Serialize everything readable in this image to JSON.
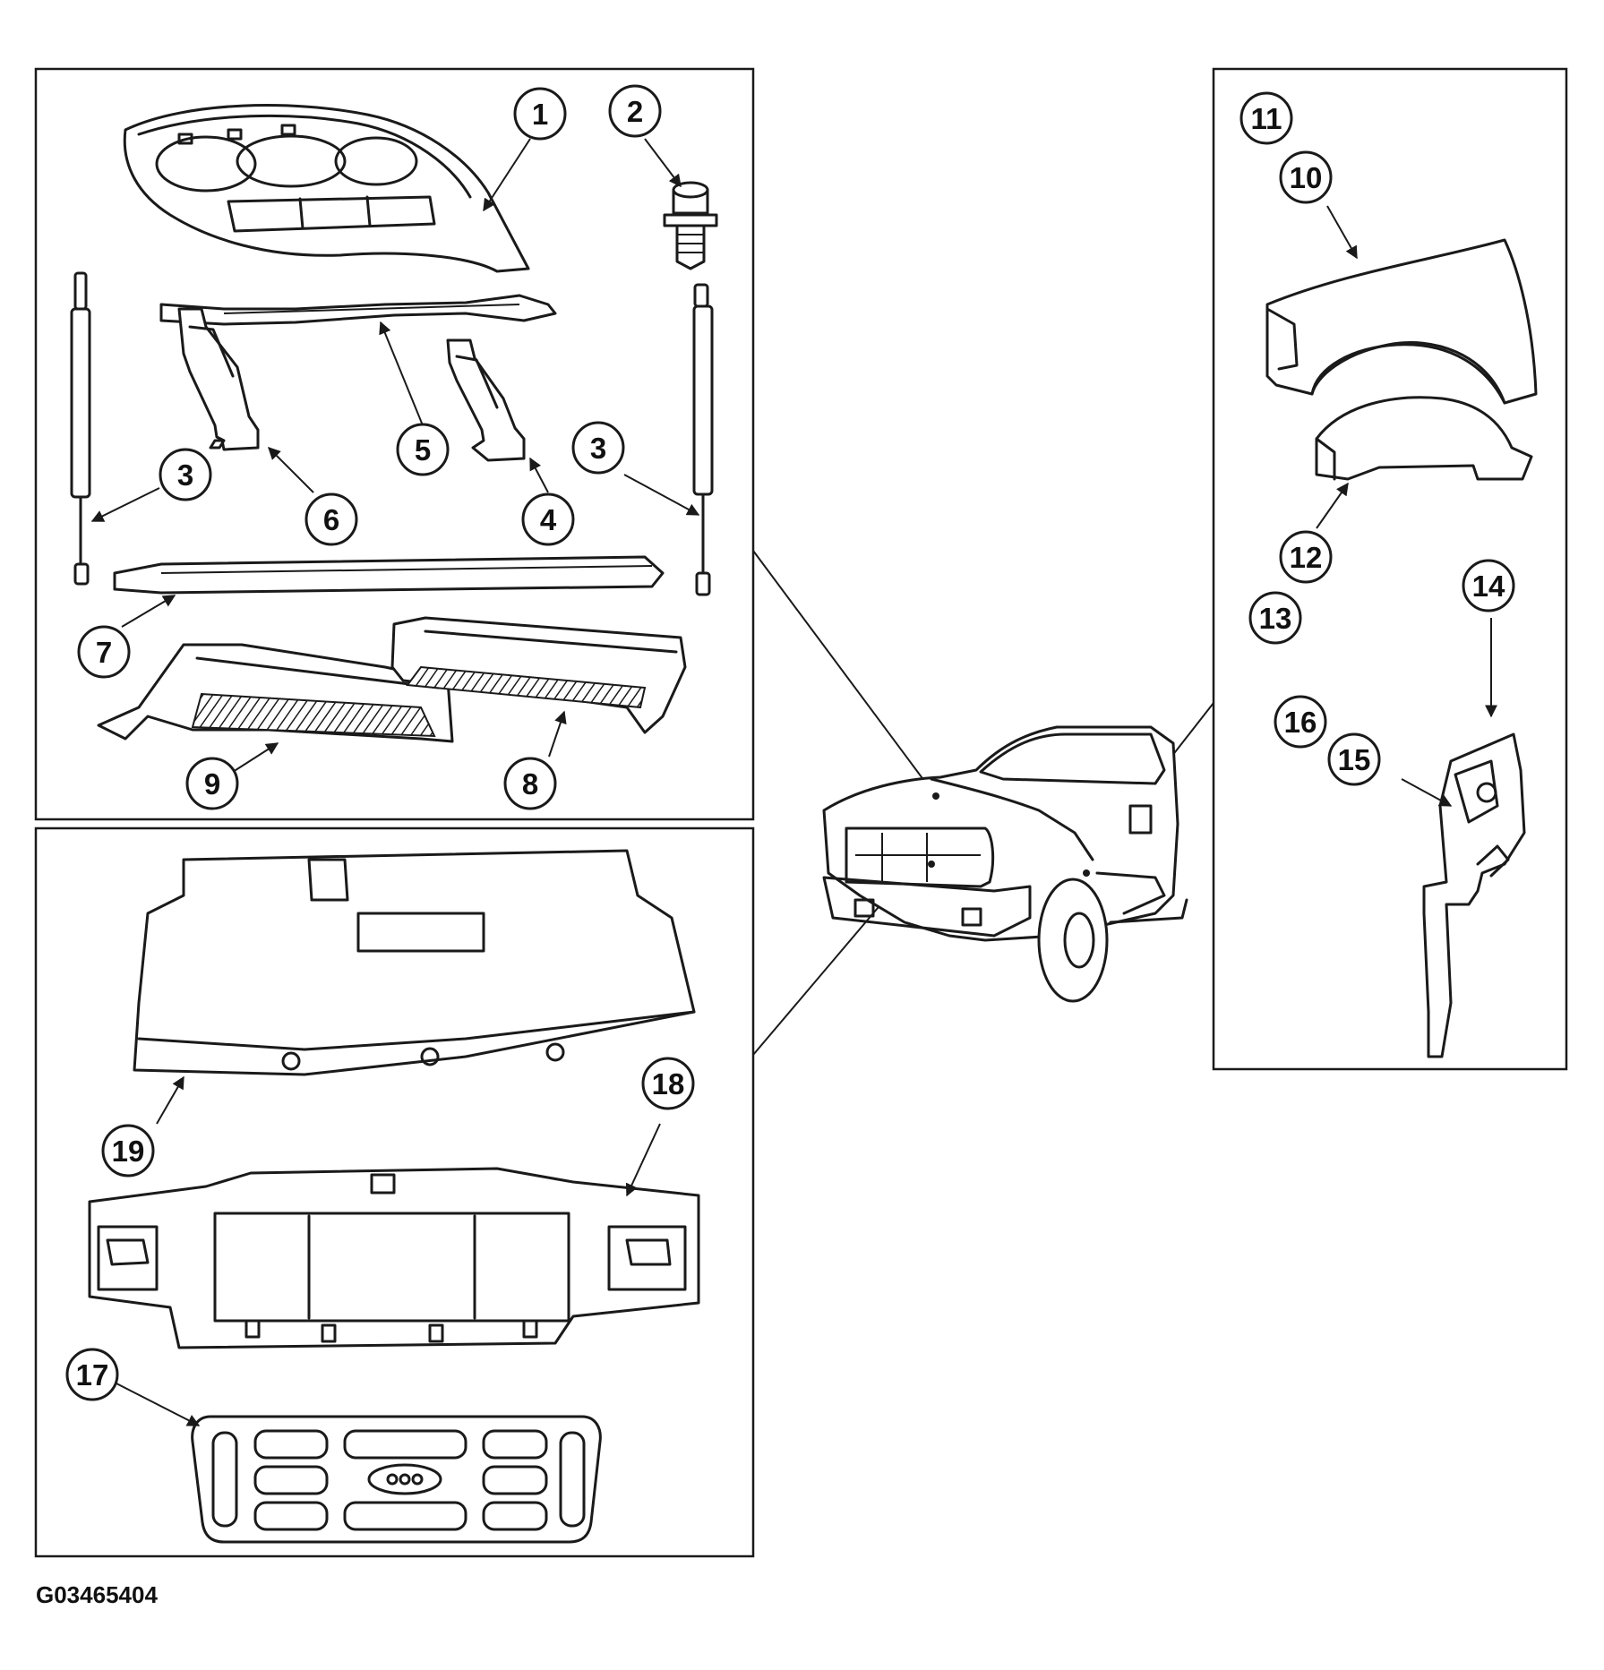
{
  "figure_code": "G03465404",
  "callouts": [
    {
      "id": "c1",
      "label": "1"
    },
    {
      "id": "c2",
      "label": "2"
    },
    {
      "id": "c3a",
      "label": "3"
    },
    {
      "id": "c3b",
      "label": "3"
    },
    {
      "id": "c4",
      "label": "4"
    },
    {
      "id": "c5",
      "label": "5"
    },
    {
      "id": "c6",
      "label": "6"
    },
    {
      "id": "c7",
      "label": "7"
    },
    {
      "id": "c8",
      "label": "8"
    },
    {
      "id": "c9",
      "label": "9"
    },
    {
      "id": "c10",
      "label": "10"
    },
    {
      "id": "c11",
      "label": "11"
    },
    {
      "id": "c12",
      "label": "12"
    },
    {
      "id": "c13",
      "label": "13"
    },
    {
      "id": "c14",
      "label": "14"
    },
    {
      "id": "c15",
      "label": "15"
    },
    {
      "id": "c16",
      "label": "16"
    },
    {
      "id": "c17",
      "label": "17"
    },
    {
      "id": "c18",
      "label": "18"
    },
    {
      "id": "c19",
      "label": "19"
    }
  ]
}
